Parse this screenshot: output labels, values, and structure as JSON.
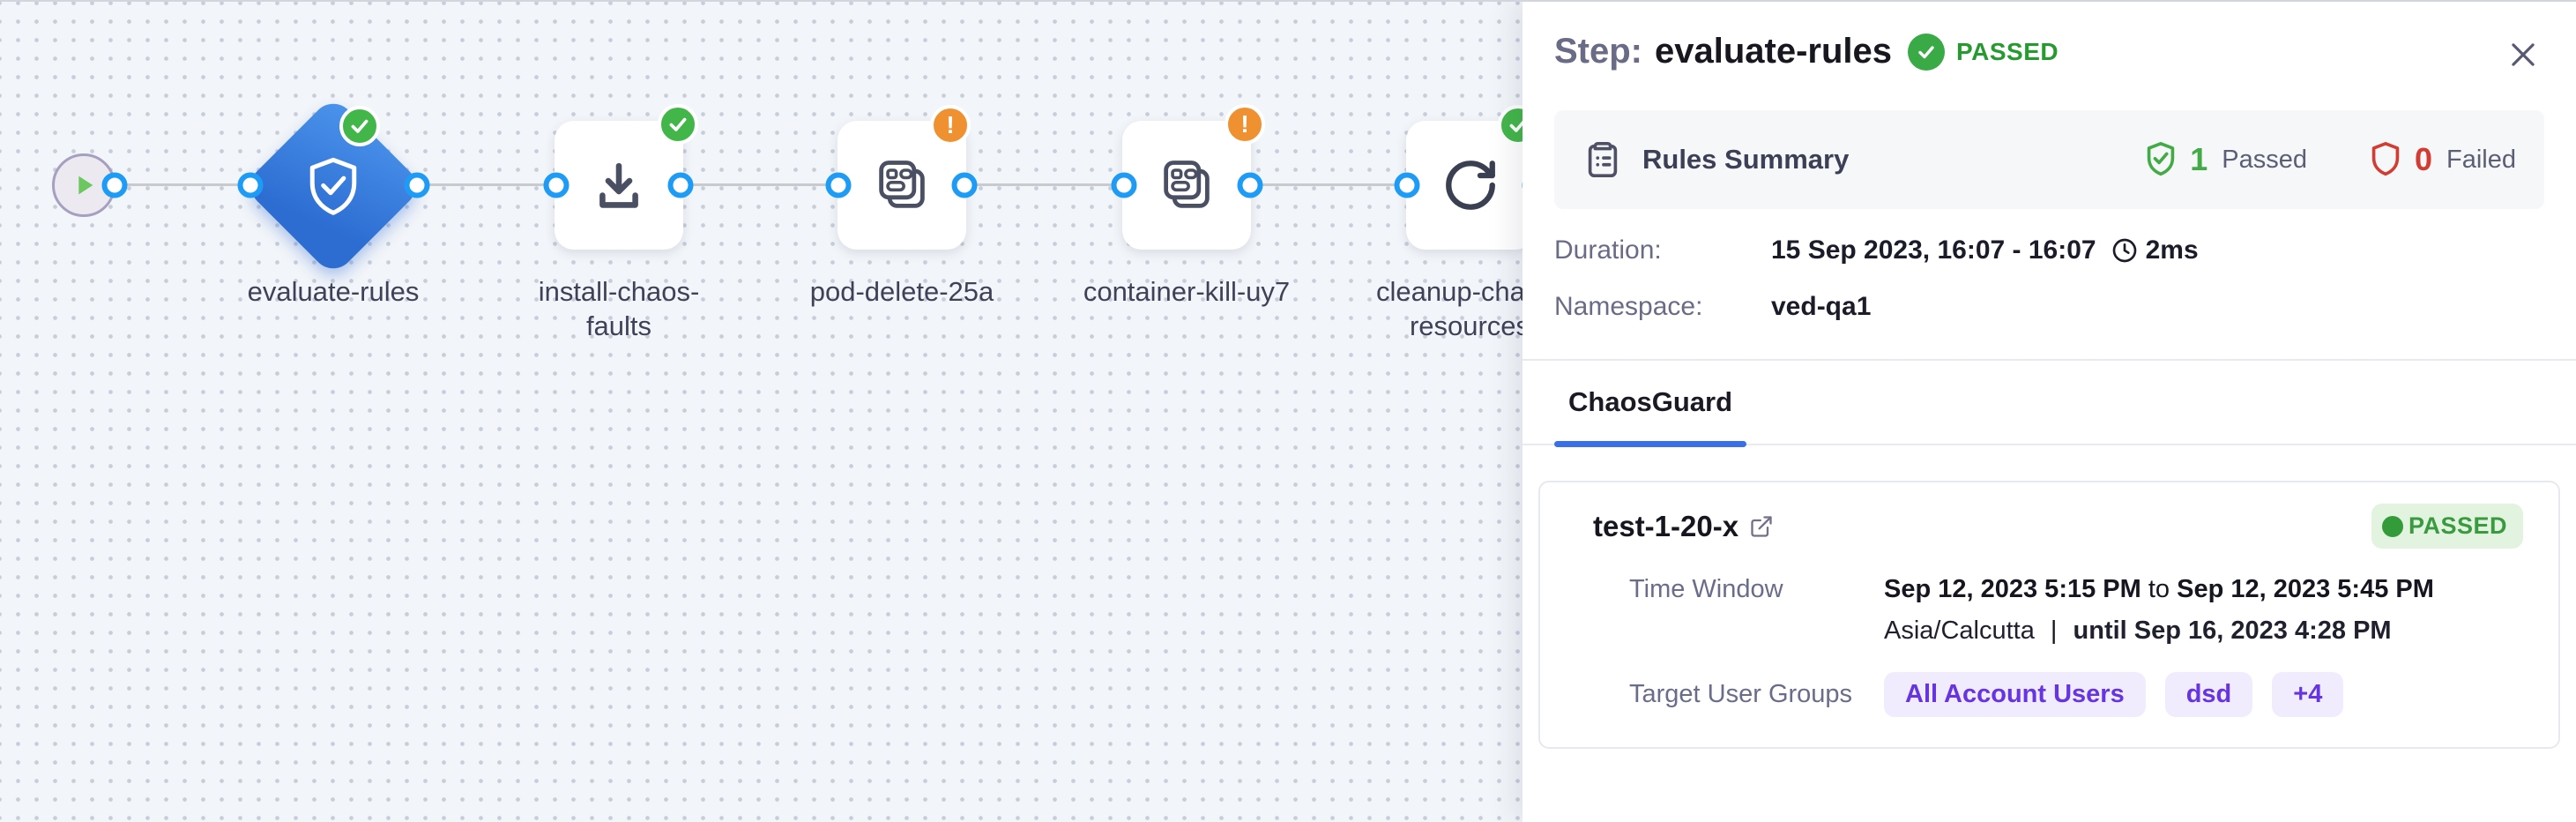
{
  "colors": {
    "node_blue": "#2d6dd2",
    "port_blue": "#1e9cf5",
    "success_green": "#43b64a",
    "warning_orange": "#ef9031",
    "passed_text_green": "#259a2e",
    "failed_red": "#d23c32",
    "chip_purple": "#6634e0",
    "tab_underline_blue": "#3a6fe8",
    "canvas_bg": "#f2f5f9"
  },
  "canvas": {
    "badge_warning_glyph": "!",
    "nodes": [
      {
        "id": "start",
        "icon": "play-icon",
        "label": ""
      },
      {
        "id": "evaluate-rules",
        "icon": "shield-check-icon",
        "label": "evaluate-rules",
        "status": "passed"
      },
      {
        "id": "install-chaos-faults",
        "icon": "download-icon",
        "label": "install-chaos-faults",
        "status": "passed"
      },
      {
        "id": "pod-delete-25a",
        "icon": "chaos-fault-icon",
        "label": "pod-delete-25a",
        "status": "warning"
      },
      {
        "id": "container-kill-uy7",
        "icon": "chaos-fault-icon",
        "label": "container-kill-uy7",
        "status": "warning"
      },
      {
        "id": "cleanup-chaos-resources",
        "icon": "rerun-icon",
        "label": "cleanup-chaos-resources",
        "status": "passed"
      }
    ]
  },
  "panel": {
    "header": {
      "step_label": "Step:",
      "step_name": "evaluate-rules",
      "status": "PASSED"
    },
    "rules_summary": {
      "title": "Rules Summary",
      "passed_count": "1",
      "passed_label": "Passed",
      "failed_count": "0",
      "failed_label": "Failed"
    },
    "details": {
      "duration_label": "Duration:",
      "duration_value": "15 Sep 2023, 16:07 - 16:07",
      "duration_elapsed": "2ms",
      "namespace_label": "Namespace:",
      "namespace_value": "ved-qa1"
    },
    "tabs": [
      {
        "label": "ChaosGuard",
        "active": true
      }
    ],
    "guard_card": {
      "name": "test-1-20-x",
      "status": "PASSED",
      "time_window_label": "Time Window",
      "time_start": "Sep 12, 2023 5:15 PM",
      "time_to": "to",
      "time_end": "Sep 12, 2023 5:45 PM",
      "timezone": "Asia/Calcutta",
      "separator": "|",
      "valid_until": "until Sep 16, 2023 4:28 PM",
      "groups_label": "Target User Groups",
      "groups": [
        "All Account Users",
        "dsd",
        "+4"
      ]
    }
  }
}
